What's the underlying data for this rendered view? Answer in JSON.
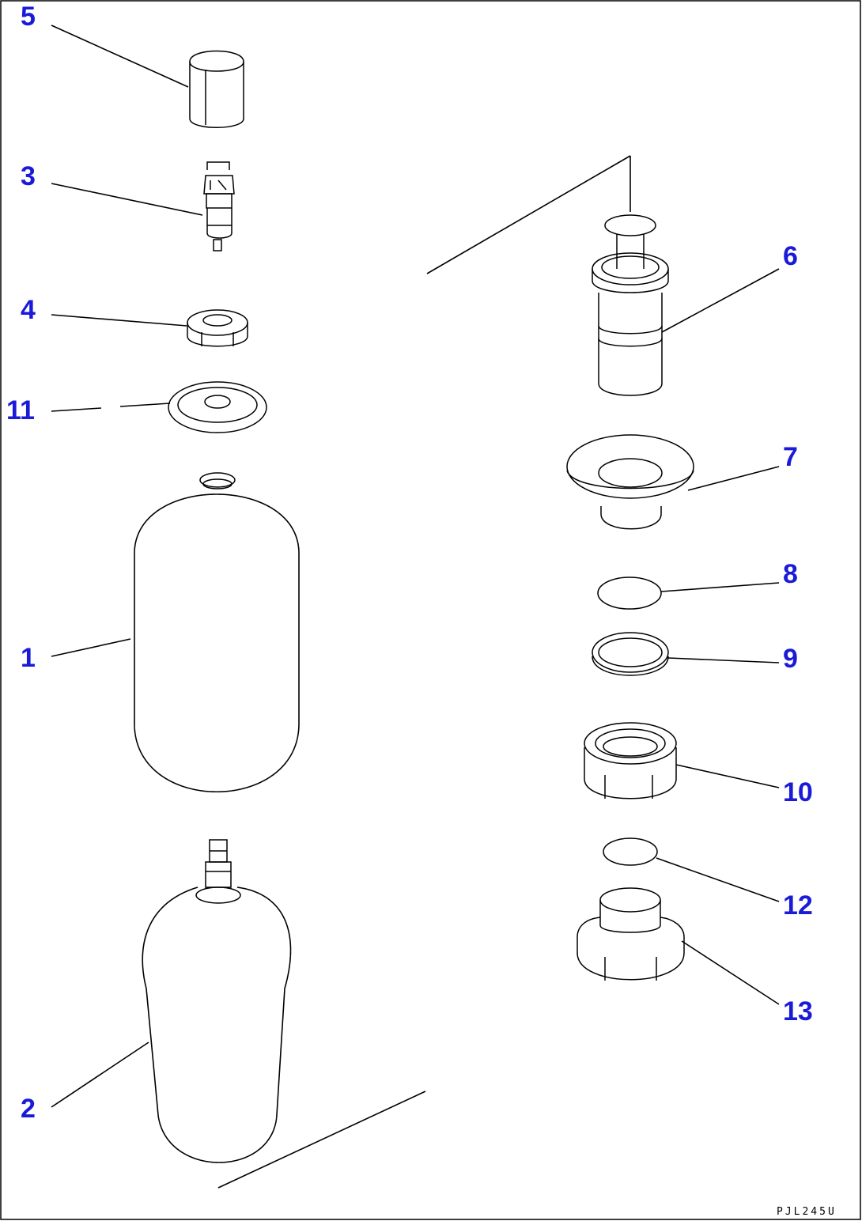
{
  "colors": {
    "callout": "#1a1ad9",
    "line": "#000000",
    "background": "#ffffff"
  },
  "labels": {
    "p1": "1",
    "p2": "2",
    "p3": "3",
    "p4": "4",
    "p5": "5",
    "p6": "6",
    "p7": "7",
    "p8": "8",
    "p9": "9",
    "p10": "10",
    "p11": "11",
    "p12": "12",
    "p13": "13"
  },
  "drawing_code": "PJL245U"
}
